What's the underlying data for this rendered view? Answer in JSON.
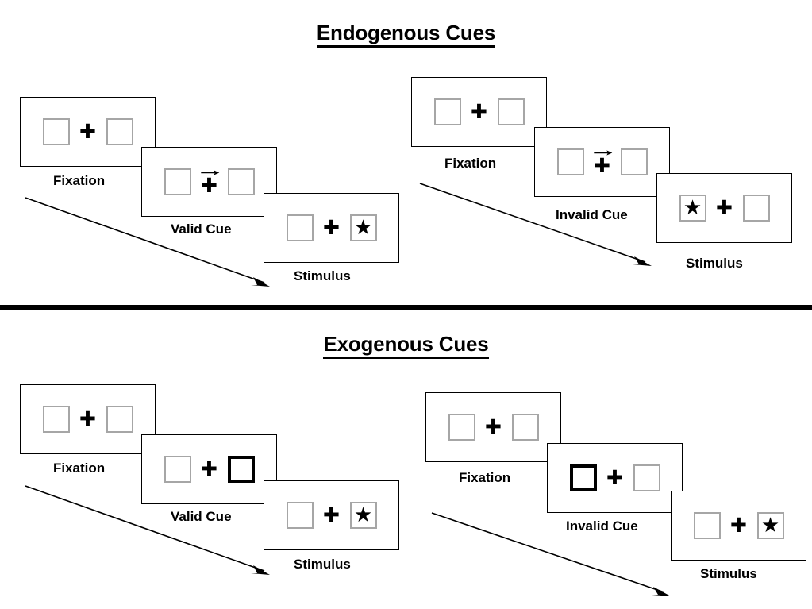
{
  "sections": [
    {
      "id": "endogenous",
      "title": "Endogenous Cues",
      "sequences": [
        {
          "id": "endogenous-valid",
          "frames": [
            {
              "caption": "Fixation",
              "left_content": "empty",
              "right_content": "empty",
              "cue": "none",
              "cued_side": "none"
            },
            {
              "caption": "Valid Cue",
              "left_content": "empty",
              "right_content": "empty",
              "cue": "arrow-right",
              "cued_side": "none"
            },
            {
              "caption": "Stimulus",
              "left_content": "empty",
              "right_content": "star",
              "cue": "none",
              "cued_side": "none"
            }
          ]
        },
        {
          "id": "endogenous-invalid",
          "frames": [
            {
              "caption": "Fixation",
              "left_content": "empty",
              "right_content": "empty",
              "cue": "none",
              "cued_side": "none"
            },
            {
              "caption": "Invalid Cue",
              "left_content": "empty",
              "right_content": "empty",
              "cue": "arrow-right",
              "cued_side": "none"
            },
            {
              "caption": "Stimulus",
              "left_content": "star",
              "right_content": "empty",
              "cue": "none",
              "cued_side": "none"
            }
          ]
        }
      ]
    },
    {
      "id": "exogenous",
      "title": "Exogenous Cues",
      "sequences": [
        {
          "id": "exogenous-valid",
          "frames": [
            {
              "caption": "Fixation",
              "left_content": "empty",
              "right_content": "empty",
              "cue": "none",
              "cued_side": "none"
            },
            {
              "caption": "Valid Cue",
              "left_content": "empty",
              "right_content": "empty",
              "cue": "box-highlight",
              "cued_side": "right"
            },
            {
              "caption": "Stimulus",
              "left_content": "empty",
              "right_content": "star",
              "cue": "none",
              "cued_side": "none"
            }
          ]
        },
        {
          "id": "exogenous-invalid",
          "frames": [
            {
              "caption": "Fixation",
              "left_content": "empty",
              "right_content": "empty",
              "cue": "none",
              "cued_side": "none"
            },
            {
              "caption": "Invalid Cue",
              "left_content": "empty",
              "right_content": "empty",
              "cue": "box-highlight",
              "cued_side": "left"
            },
            {
              "caption": "Stimulus",
              "left_content": "empty",
              "right_content": "star",
              "cue": "none",
              "cued_side": "none"
            }
          ]
        }
      ]
    }
  ],
  "glyphs": {
    "plus": "✚",
    "star": "★"
  },
  "colors": {
    "ink": "#000000",
    "box_border": "#a6a6a6",
    "cued_box_border": "#000000",
    "background": "#ffffff",
    "divider": "#000000"
  }
}
